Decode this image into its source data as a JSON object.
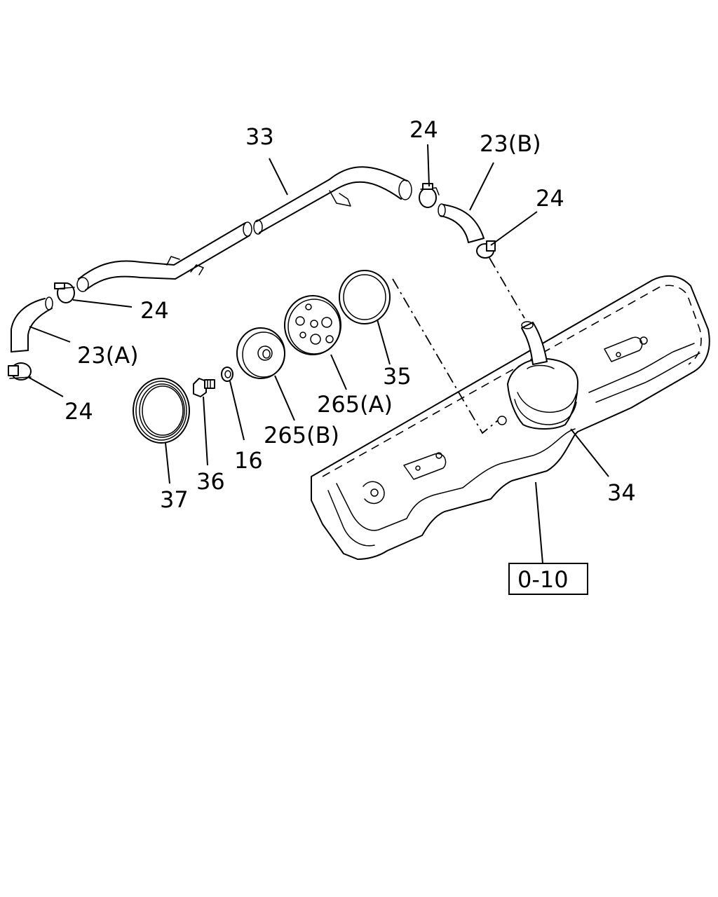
{
  "labels": {
    "l33": "33",
    "l24_top": "24",
    "l23b": "23(B)",
    "l24_right": "24",
    "l24_mid": "24",
    "l23a": "23(A)",
    "l24_left": "24",
    "l35": "35",
    "l265a": "265(A)",
    "l265b": "265(B)",
    "l16": "16",
    "l36": "36",
    "l37": "37",
    "l34": "34"
  },
  "reference": {
    "text": "0-10"
  }
}
